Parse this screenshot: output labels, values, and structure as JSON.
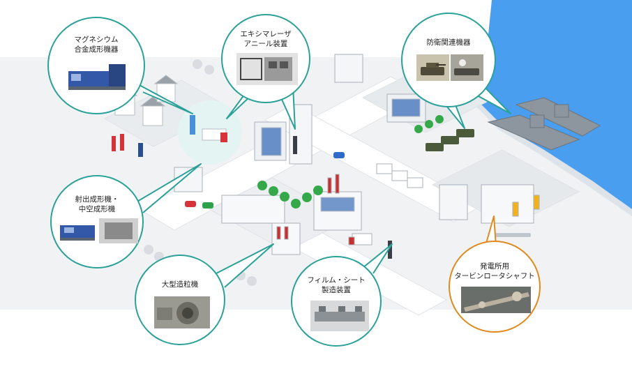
{
  "callouts": [
    {
      "id": "magnesium",
      "title": "マグネシウム\n合金成形機器",
      "color": "#2aa198",
      "photo_icon": "injection-molding-machine-icon"
    },
    {
      "id": "excimer",
      "title": "エキシマレーザ\nアニール装置",
      "color": "#2aa198",
      "photo_icon": "laser-annealing-equipment-icon"
    },
    {
      "id": "defense",
      "title": "防衛関連機器",
      "color": "#2aa198",
      "photo_icon": "tank-icon"
    },
    {
      "id": "injection",
      "title": "射出成形機・\n中空成形機",
      "color": "#2aa198",
      "photo_icon": "molding-machine-icon"
    },
    {
      "id": "granulator",
      "title": "大型造粒機",
      "color": "#2aa198",
      "photo_icon": "granulator-icon"
    },
    {
      "id": "film",
      "title": "フィルム・シート\n製造装置",
      "color": "#2aa198",
      "photo_icon": "film-line-icon"
    },
    {
      "id": "turbine",
      "title": "発電所用\nタービンロータシャフト",
      "color": "#e08a1e",
      "photo_icon": "rotor-shaft-icon"
    }
  ]
}
